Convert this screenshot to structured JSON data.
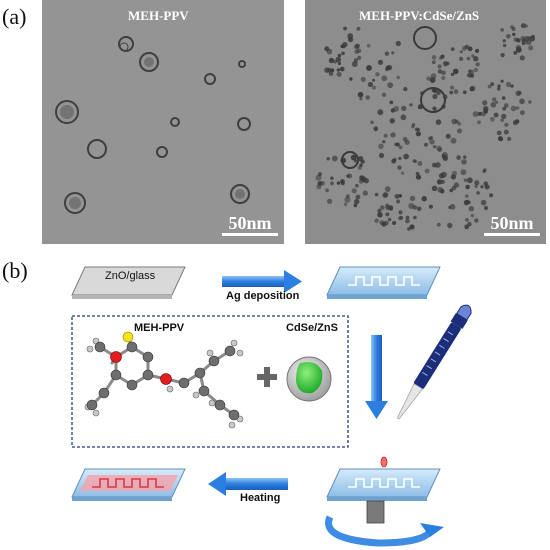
{
  "panel_a": {
    "label": "(a)",
    "left_image": {
      "title": "MEH-PPV",
      "scale": "50nm"
    },
    "right_image": {
      "title": "MEH-PPV:CdSe/ZnS",
      "scale": "50nm"
    }
  },
  "panel_b": {
    "label": "(b)",
    "substrate": "ZnO/glass",
    "step_ag": "Ag deposition",
    "polymer": "MEH-PPV",
    "qd": "CdSe/ZnS",
    "step_heat": "Heating",
    "colors": {
      "arrow": "#2a7fe0",
      "glass": "#9ec9ee",
      "pattern_hot": "#e0707a",
      "pipette": "#1c2d7a",
      "qd_core": "#2fc43a"
    }
  }
}
